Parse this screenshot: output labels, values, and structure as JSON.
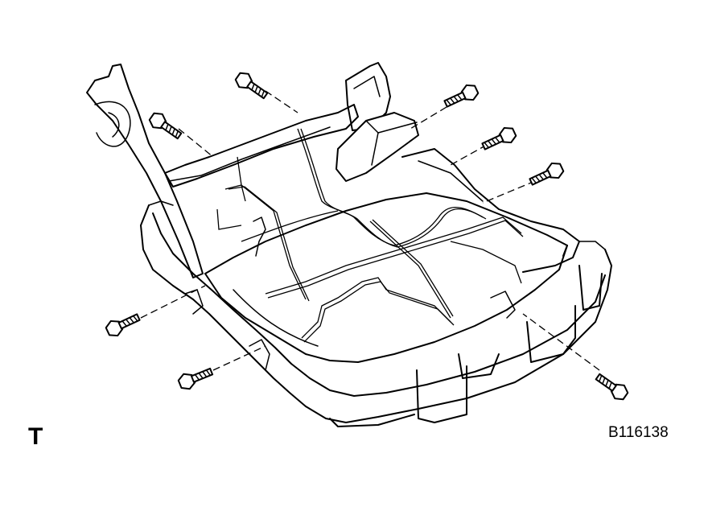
{
  "figure": {
    "corner_letter": "T",
    "code": "B116138"
  },
  "bolts": [
    {
      "id": "bolt-top-left"
    },
    {
      "id": "bolt-top-center"
    },
    {
      "id": "bolt-upper-right-1"
    },
    {
      "id": "bolt-upper-right-2"
    },
    {
      "id": "bolt-upper-right-3"
    },
    {
      "id": "bolt-left"
    },
    {
      "id": "bolt-lower-left"
    },
    {
      "id": "bolt-lower-right"
    }
  ]
}
